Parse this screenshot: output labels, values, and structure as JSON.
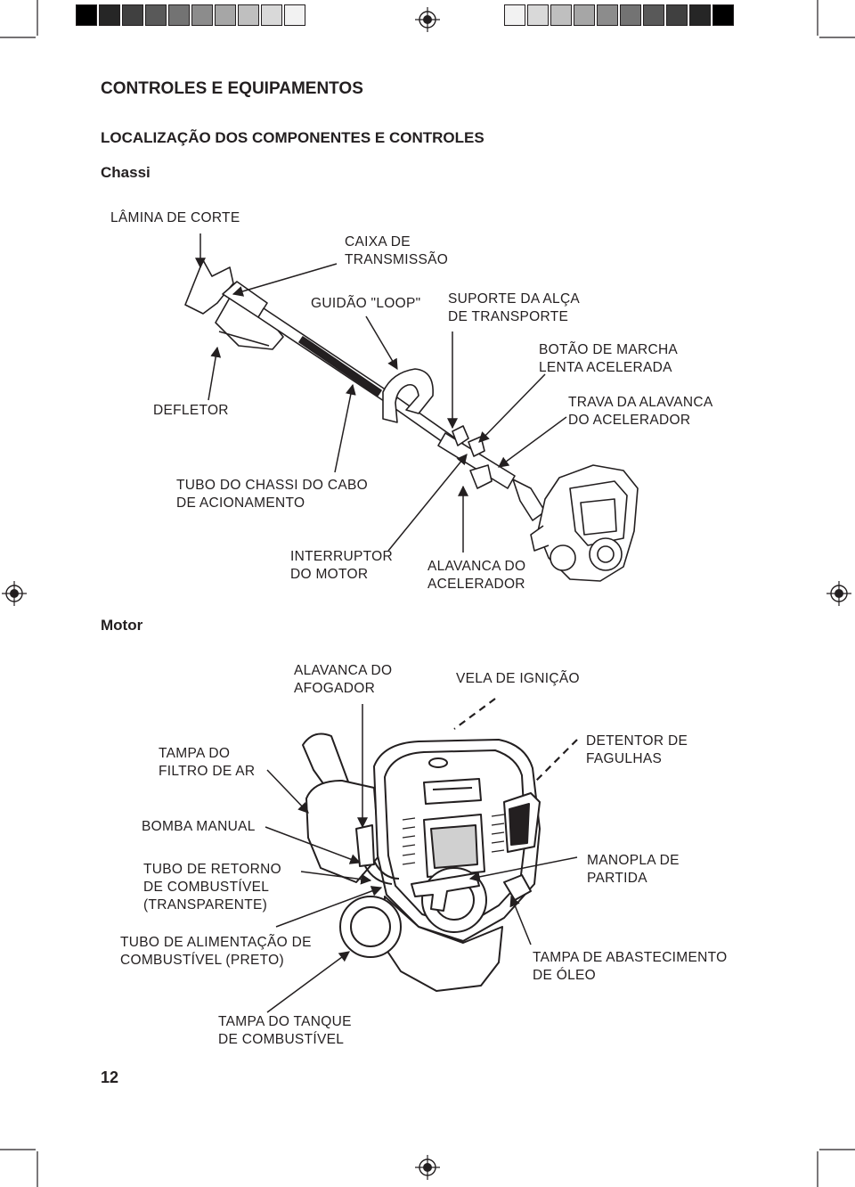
{
  "page": {
    "title": "CONTROLES E EQUIPAMENTOS",
    "subtitle": "LOCALIZAÇÃO DOS COMPONENTES E CONTROLES",
    "section_chassis": "Chassi",
    "section_engine": "Motor",
    "page_number": "12"
  },
  "chassis_labels": {
    "cutting_blade": "LÂMINA DE CORTE",
    "gear_case": "CAIXA DE\nTRANSMISSÃO",
    "loop_handle": "GUIDÃO \"LOOP\"",
    "strap_support": "SUPORTE DA ALÇA\nDE TRANSPORTE",
    "fast_idle_button": "BOTÃO DE MARCHA\nLENTA ACELERADA",
    "deflector": "DEFLETOR",
    "throttle_lock": "TRAVA DA ALAVANCA\nDO ACELERADOR",
    "drive_shaft_tube": "TUBO DO CHASSI DO CABO\nDE ACIONAMENTO",
    "engine_switch": "INTERRUPTOR\nDO MOTOR",
    "throttle_lever": "ALAVANCA DO\nACELERADOR"
  },
  "engine_labels": {
    "choke_lever": "ALAVANCA DO\nAFOGADOR",
    "spark_plug": "VELA DE IGNIÇÃO",
    "air_filter_cover": "TAMPA DO\nFILTRO DE AR",
    "spark_arrester": "DETENTOR DE\nFAGULHAS",
    "primer_pump": "BOMBA MANUAL",
    "fuel_return_tube": "TUBO DE RETORNO\nDE COMBUSTÍVEL\n(TRANSPARENTE)",
    "starter_grip": "MANOPLA DE\nPARTIDA",
    "fuel_feed_tube": "TUBO DE ALIMENTAÇÃO DE\nCOMBUSTÍVEL (PRETO)",
    "oil_filler_cap": "TAMPA DE ABASTECIMENTO\nDE ÓLEO",
    "fuel_tank_cap": "TAMPA DO TANQUE\nDE COMBUSTÍVEL"
  },
  "print_marks": {
    "color_bar_left": [
      "#000000",
      "#262626",
      "#404040",
      "#595959",
      "#737373",
      "#8c8c8c",
      "#a6a6a6",
      "#bfbfbf",
      "#d9d9d9",
      "#f2f2f2"
    ],
    "color_bar_right": [
      "#f2f2f2",
      "#d9d9d9",
      "#bfbfbf",
      "#a6a6a6",
      "#8c8c8c",
      "#737373",
      "#595959",
      "#404040",
      "#262626",
      "#000000"
    ]
  }
}
